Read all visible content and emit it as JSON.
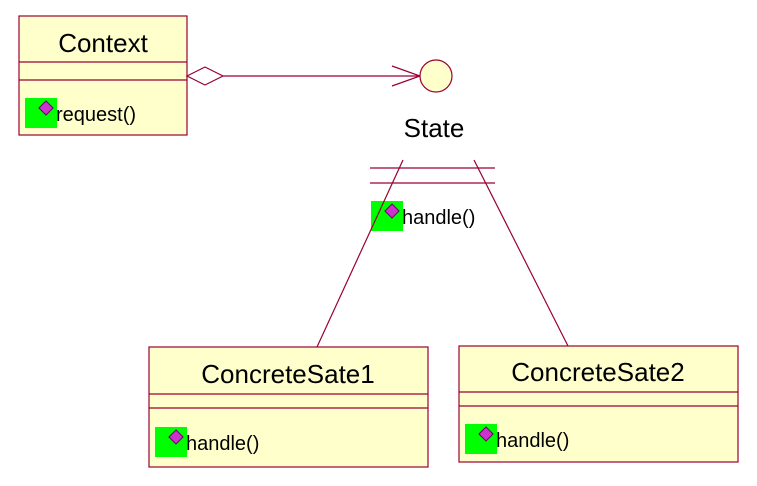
{
  "colors": {
    "class_fill": "#ffffcc",
    "stroke": "#990033",
    "icon_bg": "#00ff00",
    "icon_gem": "#cc33cc"
  },
  "classes": {
    "context": {
      "name": "Context",
      "operation": "request()"
    },
    "concrete1": {
      "name": "ConcreteSate1",
      "operation": "handle()"
    },
    "concrete2": {
      "name": "ConcreteSate2",
      "operation": "handle()"
    }
  },
  "interface": {
    "name": "State",
    "operation": "handle()"
  },
  "icons": {
    "operation": "operation-icon",
    "interface": "interface-lollipop-icon"
  }
}
